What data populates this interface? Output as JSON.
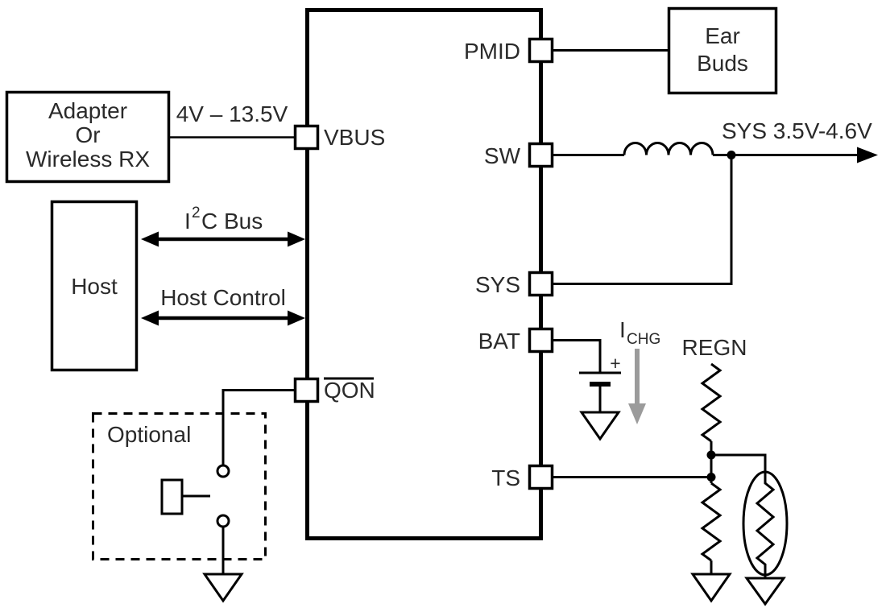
{
  "colors": {
    "wire": "#000000",
    "text": "#2a2a2a",
    "charge_arrow": "#9b9b9b",
    "background": "#ffffff"
  },
  "blocks": {
    "adapter": {
      "lines": [
        "Adapter",
        "Or",
        "Wireless RX"
      ]
    },
    "host": {
      "label": "Host"
    },
    "earbuds": {
      "lines": [
        "Ear",
        "Buds"
      ]
    },
    "optional": {
      "label": "Optional"
    }
  },
  "pins": {
    "vbus": "VBUS",
    "qon": "QON",
    "pmid": "PMID",
    "sw": "SW",
    "sys": "SYS",
    "bat": "BAT",
    "ts": "TS"
  },
  "labels": {
    "vbus_range": "4V – 13.5V",
    "i2c": {
      "main": "I",
      "sup": "2",
      "rest": "C Bus"
    },
    "host_control": "Host Control",
    "sys_out": "SYS 3.5V-4.6V",
    "ichg": {
      "main": "I",
      "sub": "CHG"
    },
    "regn": "REGN",
    "battery_plus": "+"
  }
}
